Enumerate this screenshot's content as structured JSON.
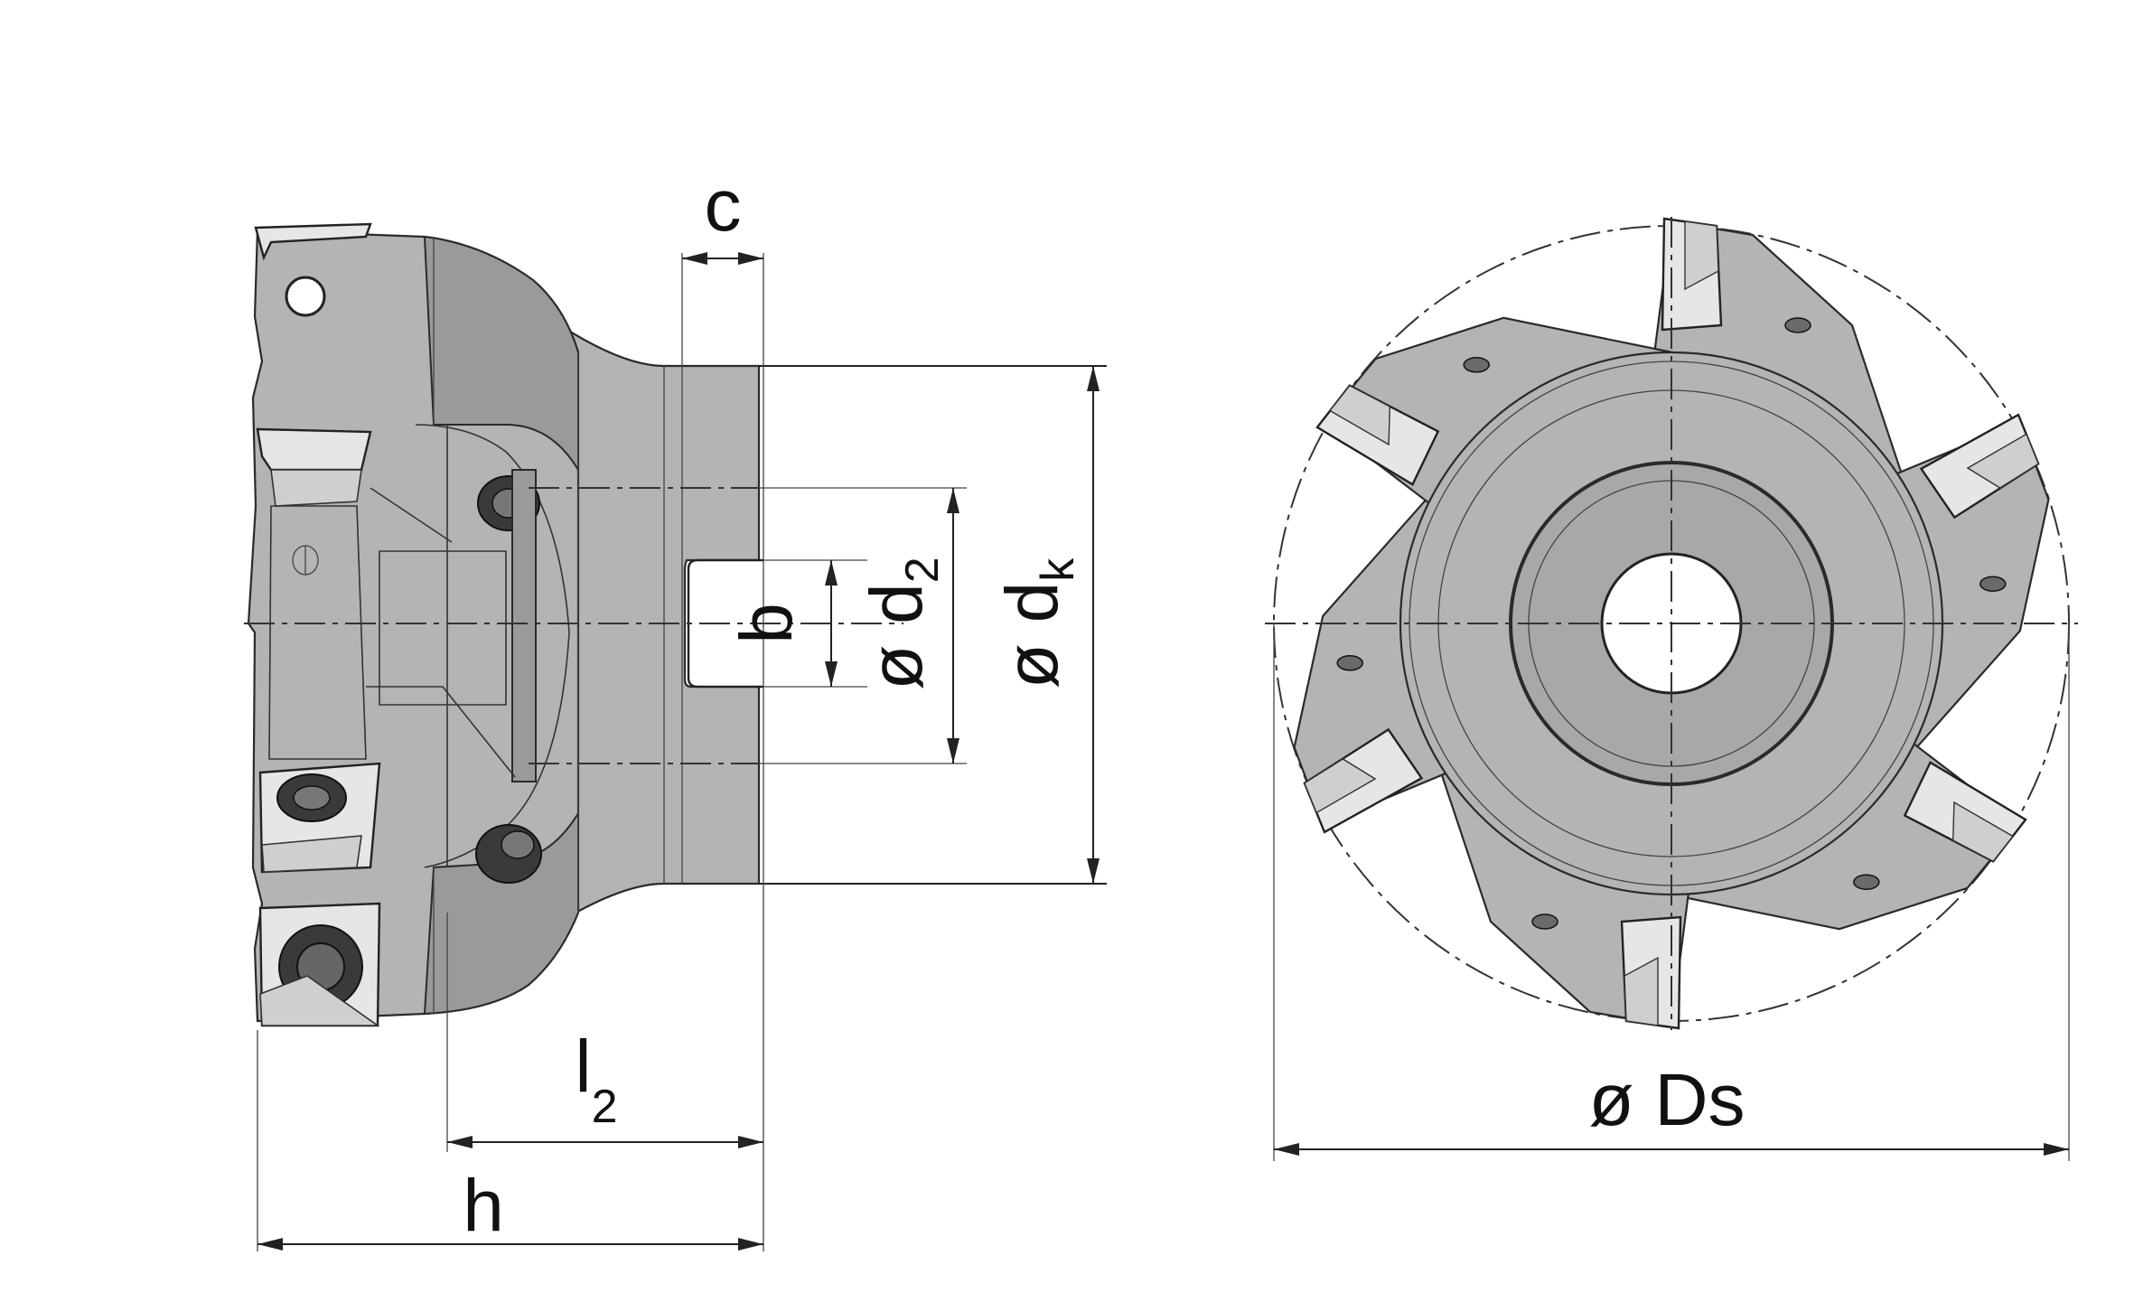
{
  "labels": {
    "c": "c",
    "b": "b",
    "d2_prefix": "ø d",
    "d2_sub": "2",
    "dk_prefix": "ø d",
    "dk_sub": "k",
    "l2_main": "l",
    "l2_sub": "2",
    "h": "h",
    "Ds": "ø Ds"
  },
  "colors": {
    "body": "#b4b4b4",
    "insert": "#e6e6e6",
    "line": "#222222"
  }
}
